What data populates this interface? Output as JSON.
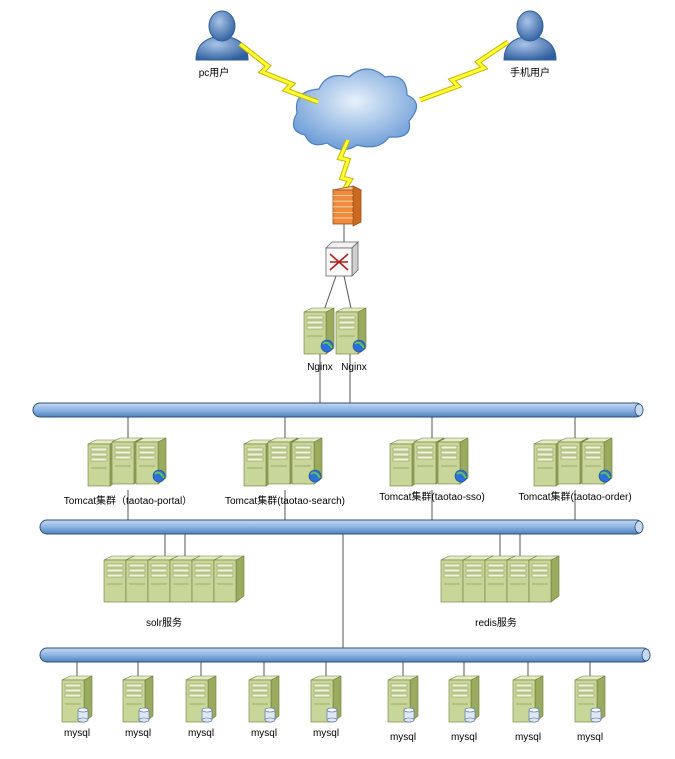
{
  "users": [
    {
      "label": "pc用户"
    },
    {
      "label": "手机用户"
    }
  ],
  "nginx": [
    {
      "label": "Nginx"
    },
    {
      "label": "Nginx"
    }
  ],
  "tomcat_clusters": [
    {
      "label": "Tomcat集群（taotao-portal）"
    },
    {
      "label": "Tomcat集群(taotao-search)"
    },
    {
      "label": "Tomcat集群(taotao-sso)"
    },
    {
      "label": "Tomcat集群(taotao-order)"
    }
  ],
  "services": [
    {
      "label": "solr服务"
    },
    {
      "label": "redis服务"
    }
  ],
  "mysql_nodes": [
    {
      "label": "mysql"
    },
    {
      "label": "mysql"
    },
    {
      "label": "mysql"
    },
    {
      "label": "mysql"
    },
    {
      "label": "mysql"
    },
    {
      "label": "mysql"
    },
    {
      "label": "mysql"
    },
    {
      "label": "mysql"
    },
    {
      "label": "mysql"
    }
  ],
  "colors": {
    "bus_fill": "#8db3e2",
    "bus_stroke": "#2f4f7a",
    "server_front": "#c9d69a",
    "server_side": "#9aab5f",
    "lightning": "#ffff33",
    "firewall": "#f08a3c",
    "user": "#4f81bd",
    "cloud": "#6f9fd8"
  }
}
